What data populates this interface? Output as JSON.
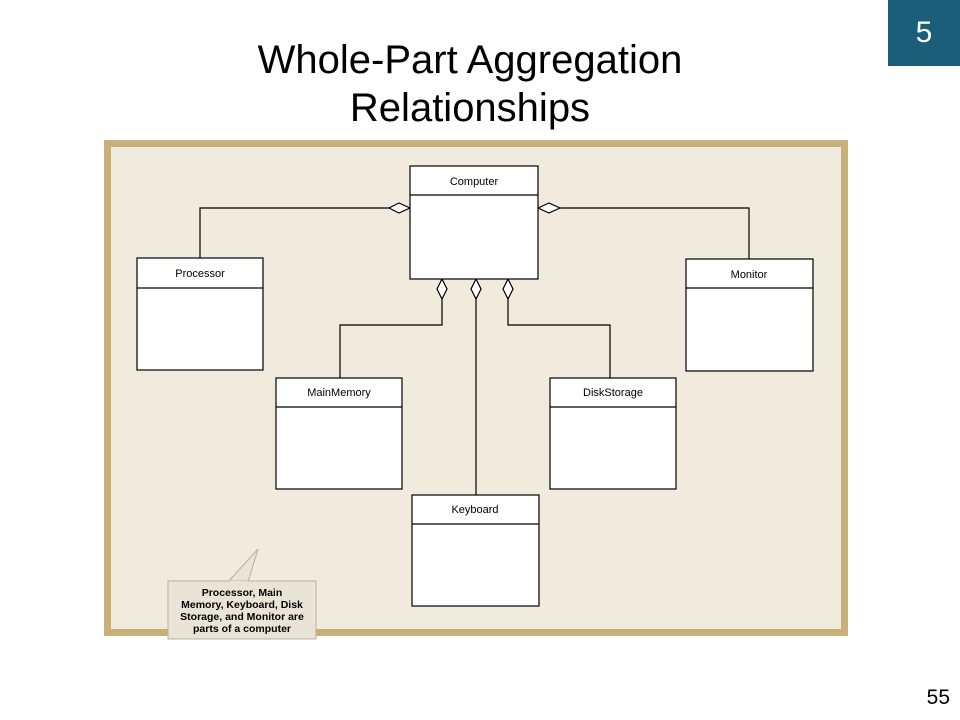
{
  "slide": {
    "title_line1": "Whole-Part Aggregation",
    "title_line2": "Relationships",
    "chapter": "5",
    "page_number": "55"
  },
  "diagram": {
    "whole_class": "Computer",
    "part_classes": {
      "processor": "Processor",
      "monitor": "Monitor",
      "main_memory": "MainMemory",
      "disk_storage": "DiskStorage",
      "keyboard": "Keyboard"
    },
    "callout": {
      "line1": "Processor, Main",
      "line2": "Memory, Keyboard, Disk",
      "line3": "Storage, and Monitor are",
      "line4": "parts of a computer"
    }
  },
  "colors": {
    "badge": "#1a5e7a",
    "frame_border": "#c8b07a",
    "frame_fill": "#f0ebdc",
    "callout_fill": "#e9e4d6"
  }
}
